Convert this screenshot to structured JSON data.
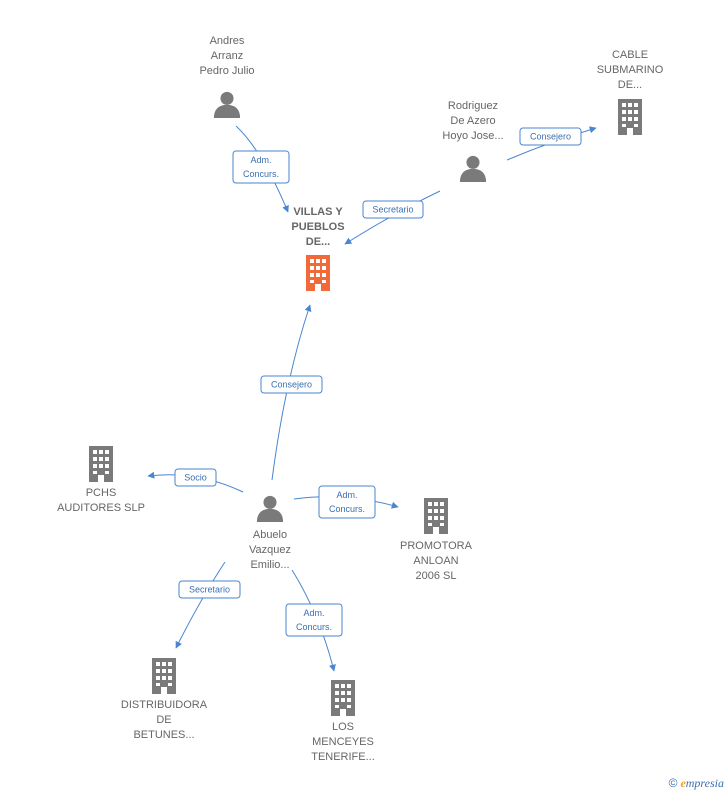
{
  "colors": {
    "accent": "#f26a3a",
    "node": "#7a7a7a",
    "edge": "#4a86cf"
  },
  "nodes": [
    {
      "id": "villas",
      "type": "company",
      "highlight": true,
      "bold": true,
      "lines": [
        "VILLAS Y",
        "PUEBLOS",
        "DE..."
      ]
    },
    {
      "id": "andres",
      "type": "person",
      "lines": [
        "Andres",
        "Arranz",
        "Pedro Julio"
      ]
    },
    {
      "id": "rodriguez",
      "type": "person",
      "lines": [
        "Rodriguez",
        "De Azero",
        "Hoyo Jose..."
      ]
    },
    {
      "id": "cable",
      "type": "company",
      "lines": [
        "CABLE",
        "SUBMARINO",
        "DE..."
      ]
    },
    {
      "id": "abuelo",
      "type": "person",
      "lines": [
        "Abuelo",
        "Vazquez",
        "Emilio..."
      ]
    },
    {
      "id": "pchs",
      "type": "company",
      "lines": [
        "PCHS",
        "AUDITORES  SLP"
      ]
    },
    {
      "id": "promotora",
      "type": "company",
      "lines": [
        "PROMOTORA",
        "ANLOAN",
        "2006 SL"
      ]
    },
    {
      "id": "distribuidora",
      "type": "company",
      "lines": [
        "DISTRIBUIDORA",
        "DE",
        "BETUNES..."
      ]
    },
    {
      "id": "menceyes",
      "type": "company",
      "lines": [
        "LOS",
        "MENCEYES",
        "TENERIFE..."
      ]
    }
  ],
  "edges": [
    {
      "id": "e1",
      "from": "andres",
      "to": "villas",
      "lines": [
        "Adm.",
        "Concurs."
      ]
    },
    {
      "id": "e2",
      "from": "rodriguez",
      "to": "villas",
      "lines": [
        "Secretario"
      ]
    },
    {
      "id": "e3",
      "from": "rodriguez",
      "to": "cable",
      "lines": [
        "Consejero"
      ]
    },
    {
      "id": "e4",
      "from": "abuelo",
      "to": "villas",
      "lines": [
        "Consejero"
      ]
    },
    {
      "id": "e5",
      "from": "abuelo",
      "to": "pchs",
      "lines": [
        "Socio"
      ]
    },
    {
      "id": "e6",
      "from": "abuelo",
      "to": "promotora",
      "lines": [
        "Adm.",
        "Concurs."
      ]
    },
    {
      "id": "e7",
      "from": "abuelo",
      "to": "distribuidora",
      "lines": [
        "Secretario"
      ]
    },
    {
      "id": "e8",
      "from": "abuelo",
      "to": "menceyes",
      "lines": [
        "Adm.",
        "Concurs."
      ]
    }
  ],
  "watermark": {
    "copyright": "©",
    "brand_initial": "e",
    "brand_rest": "mpresia"
  }
}
